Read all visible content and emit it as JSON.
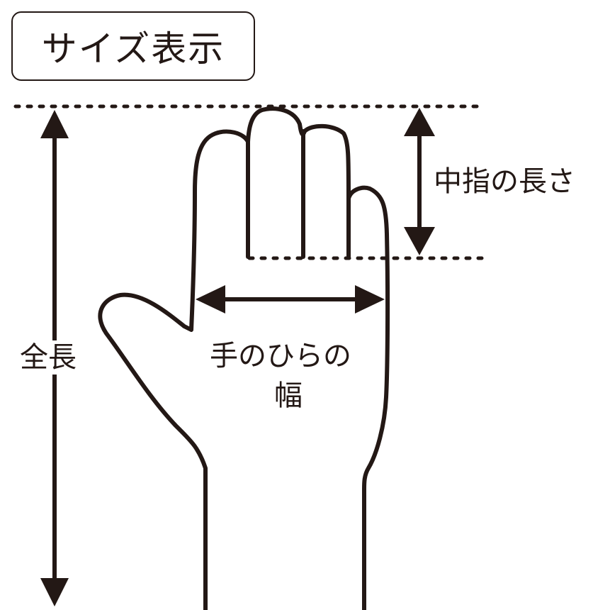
{
  "title": "サイズ表示",
  "labels": {
    "total_length": "全長",
    "middle_finger_length": "中指の長さ",
    "palm_width_line1": "手のひらの",
    "palm_width_line2": "幅"
  },
  "colors": {
    "ink": "#231815",
    "background": "#ffffff"
  }
}
